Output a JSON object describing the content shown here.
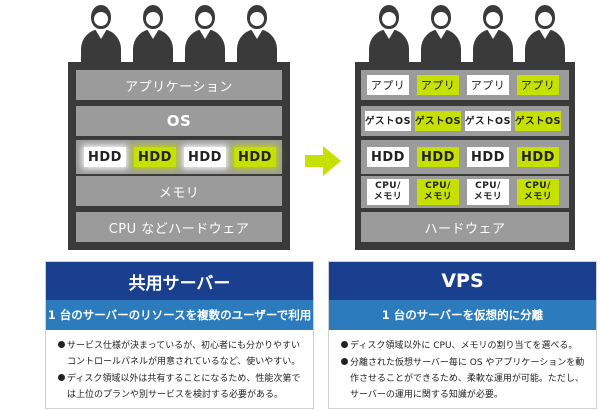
{
  "left": {
    "layers": {
      "application": "アプリケーション",
      "os": "OS",
      "hdd": [
        "HDD",
        "HDD",
        "HDD",
        "HDD"
      ],
      "memory": "メモリ",
      "hardware": "CPU などハードウェア"
    },
    "panel": {
      "title": "共用サーバー",
      "subtitle": "1 台のサーバーのリソースを複数のユーザーで利用",
      "items": [
        "サービス仕様が決まっているが、初心者にも分かりやすいコントロールパネルが用意されているなど、使いやすい。",
        "ディスク領域以外は共有することになるため、性能次第では上位のプランや別サービスを検討する必要がある。"
      ]
    }
  },
  "right": {
    "rows": {
      "apps": [
        "アプリ",
        "アプリ",
        "アプリ",
        "アプリ"
      ],
      "guest_os": [
        "ゲストOS",
        "ゲストOS",
        "ゲストOS",
        "ゲストOS"
      ],
      "hdd": [
        "HDD",
        "HDD",
        "HDD",
        "HDD"
      ],
      "cpu_mem": [
        "CPU/メモリ",
        "CPU/メモリ",
        "CPU/メモリ",
        "CPU/メモリ"
      ]
    },
    "hardware": "ハードウェア",
    "panel": {
      "title": "VPS",
      "subtitle": "1 台のサーバーを仮想的に分離",
      "items": [
        "ディスク領域以外に CPU、メモリの割り当てを選べる。",
        "分離された仮想サーバー毎に OS やアプリケーションを動作させることができるため、柔軟な運用が可能。ただし、サーバーの運用に関する知識が必要。"
      ]
    }
  },
  "colors": {
    "accent_green": "#c6e000",
    "server_dark": "#3a3a3a",
    "layer_gray": "#9b9b9b",
    "navy": "#1a3f8f",
    "blue": "#2b7bbd"
  }
}
